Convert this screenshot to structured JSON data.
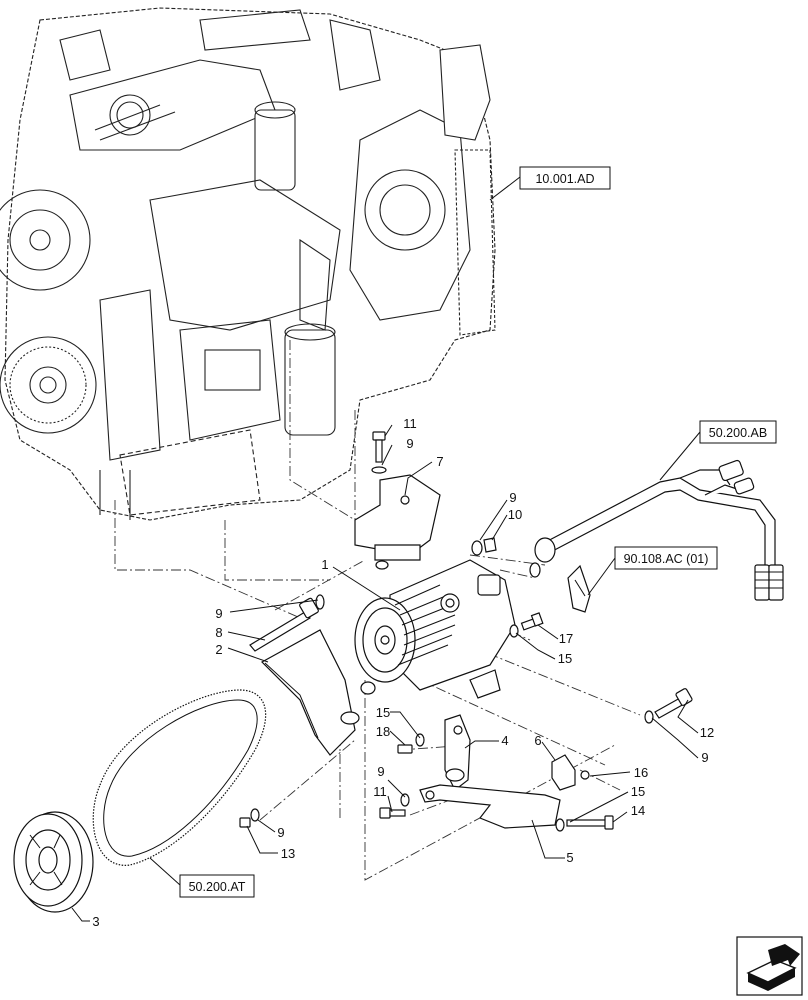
{
  "diagram": {
    "callouts": [
      {
        "id": "c11a",
        "text": "11"
      },
      {
        "id": "c9a",
        "text": "9"
      },
      {
        "id": "c7",
        "text": "7"
      },
      {
        "id": "c9b",
        "text": "9"
      },
      {
        "id": "c10",
        "text": "10"
      },
      {
        "id": "c1",
        "text": "1"
      },
      {
        "id": "c9c",
        "text": "9"
      },
      {
        "id": "c8",
        "text": "8"
      },
      {
        "id": "c2",
        "text": "2"
      },
      {
        "id": "c17",
        "text": "17"
      },
      {
        "id": "c15a",
        "text": "15"
      },
      {
        "id": "c12",
        "text": "12"
      },
      {
        "id": "c9d",
        "text": "9"
      },
      {
        "id": "c15b",
        "text": "15"
      },
      {
        "id": "c18",
        "text": "18"
      },
      {
        "id": "c4",
        "text": "4"
      },
      {
        "id": "c6",
        "text": "6"
      },
      {
        "id": "c16",
        "text": "16"
      },
      {
        "id": "c9e",
        "text": "9"
      },
      {
        "id": "c11b",
        "text": "11"
      },
      {
        "id": "c15c",
        "text": "15"
      },
      {
        "id": "c14",
        "text": "14"
      },
      {
        "id": "c9f",
        "text": "9"
      },
      {
        "id": "c13",
        "text": "13"
      },
      {
        "id": "c5",
        "text": "5"
      },
      {
        "id": "c3",
        "text": "3"
      }
    ],
    "references": [
      {
        "id": "ref-engine",
        "text": "10.001.AD"
      },
      {
        "id": "ref-hose",
        "text": "50.200.AB"
      },
      {
        "id": "ref-clip",
        "text": "90.108.AC (01)"
      },
      {
        "id": "ref-belt",
        "text": "50.200.AT"
      }
    ],
    "nav_icon": "next-page-arrow-icon"
  }
}
